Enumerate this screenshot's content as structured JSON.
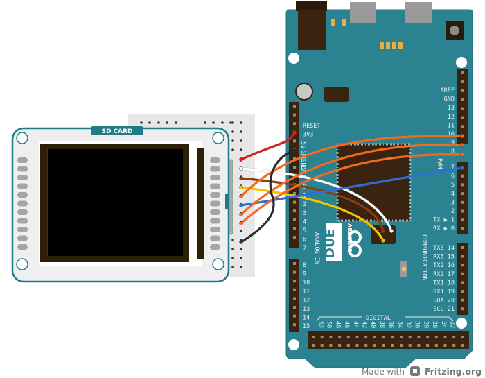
{
  "tft": {
    "label": "SD CARD"
  },
  "arduino": {
    "logo_text": "ARDUINO",
    "model": "DUE",
    "power_labels": [
      "RESET",
      "3V3",
      "5V",
      "GND",
      "GND",
      "VIN"
    ],
    "analog_labels": [
      "0",
      "1",
      "2",
      "3",
      "4",
      "5",
      "6",
      "7",
      "8",
      "9",
      "10",
      "11",
      "12",
      "13",
      "14",
      "15"
    ],
    "analog_title": "ANALOG IN",
    "pwm_labels": [
      "AREF",
      "GND",
      "13",
      "12",
      "11",
      "10",
      "9",
      "8",
      "7",
      "6",
      "5",
      "4",
      "3",
      "2",
      "TX ▶ 1",
      "RX ▶ 0"
    ],
    "pwm_title": "PWM",
    "comm_labels": [
      "TX3 14",
      "RX3 15",
      "TX2 16",
      "RX2 17",
      "TX1 18",
      "RX1 19",
      "SDA 20",
      "SCL 21"
    ],
    "comm_title": "COMMUNICATION",
    "digital_title": "DIGITAL",
    "digital_labels": [
      "52",
      "50",
      "48",
      "46",
      "44",
      "42",
      "40",
      "38",
      "36",
      "34",
      "32",
      "30",
      "28",
      "26",
      "24",
      "22"
    ]
  },
  "wires": [
    {
      "name": "red",
      "color": "#d41f1f"
    },
    {
      "name": "black",
      "color": "#2a2a2a"
    },
    {
      "name": "white",
      "color": "#ffffff"
    },
    {
      "name": "brown",
      "color": "#8b3e0f"
    },
    {
      "name": "yellow",
      "color": "#f5c400"
    },
    {
      "name": "orange",
      "color": "#f26b21"
    },
    {
      "name": "blue",
      "color": "#2d6fd6"
    }
  ],
  "footer": {
    "made_with": "Made with",
    "brand": "Fritzing.org"
  },
  "colors": {
    "board": "#2b8391",
    "header": "#3a2410",
    "tft_border": "#1e7b88"
  }
}
